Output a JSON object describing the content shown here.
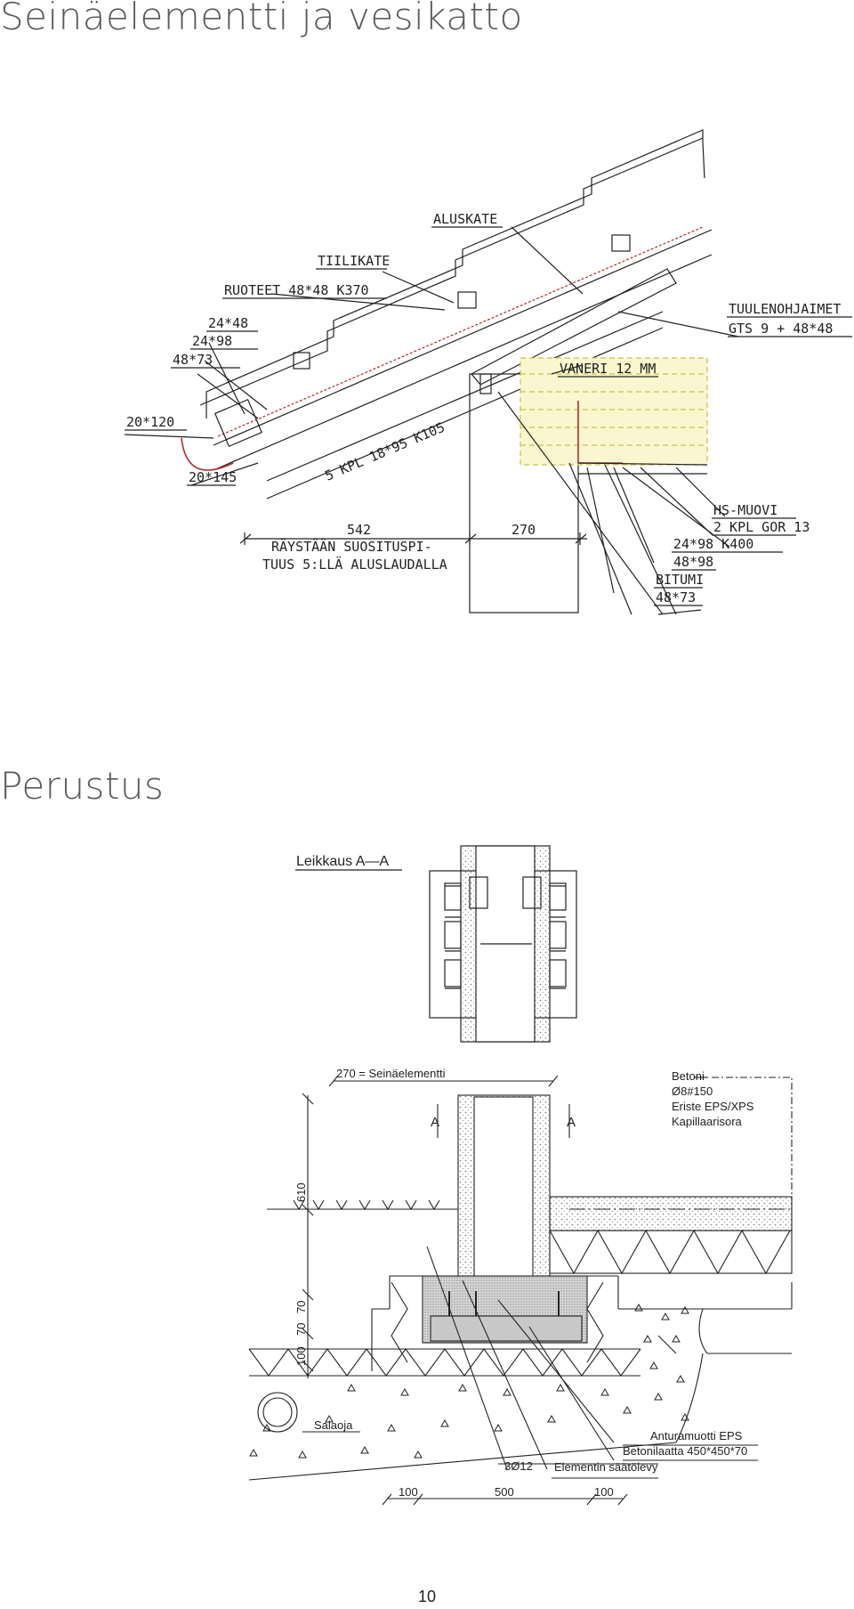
{
  "section1": {
    "title": "Seinäelementti ja vesikatto"
  },
  "roof_labels": {
    "aluskate": "ALUSKATE",
    "tiilikate": "TIILIKATE",
    "ruoteet": "RUOTEET 48*48 K370",
    "l24x48": "24*48",
    "l24x98": "24*98",
    "l48x73": "48*73",
    "l20x120": "20*120",
    "l20x145": "20*145",
    "kpl18x95": "5 KPL 18*95 K105",
    "vaneri": "VANERI 12 MM",
    "tuulenohjaimet": "TUULENOHJAIMET",
    "gts": "GTS 9 + 48*48",
    "hsmuovi": "HS-MUOVI",
    "kplgor": "2 KPL GOR 13",
    "l24x98k400": "24*98 K400",
    "l48x98": "48*98",
    "bitumi": "BITUMI",
    "l48x73b": "48*73",
    "dim542": "542",
    "dim270": "270",
    "raystas1": "RÄYSTÄÄN SUOSITUSPI-",
    "raystas2": "TUUS 5:LLÄ ALUSLAUDALLA"
  },
  "section2": {
    "title": "Perustus"
  },
  "plan": {
    "title": "Leikkaus A—A"
  },
  "foundation_labels": {
    "seinaelementti": "270 = Seinäelementti",
    "sectionA_left": "A",
    "sectionA_right": "A",
    "betoni": "Betoni",
    "betoni_rebar": "Ø8#150",
    "eriste": "Eriste EPS/XPS",
    "kapillaarisora": "Kapillaarisora",
    "dim610": "610",
    "dim70a": "70",
    "dim70b": "70",
    "dim100v": "100",
    "salaoja": "Salaoja",
    "rebar3": "3Ø12",
    "elementin": "Elementin säätölevy",
    "anturamuotti": "Anturamuotti EPS",
    "betonilaatta": "Betonilaatta 450*450*70",
    "dim100l": "100",
    "dim500": "500",
    "dim100r": "100"
  },
  "colors": {
    "line": "#222222",
    "red": "#b52a2a",
    "hatch": "#c9c24a",
    "concrete": "#e3e3e3"
  },
  "page": {
    "number": "10"
  }
}
